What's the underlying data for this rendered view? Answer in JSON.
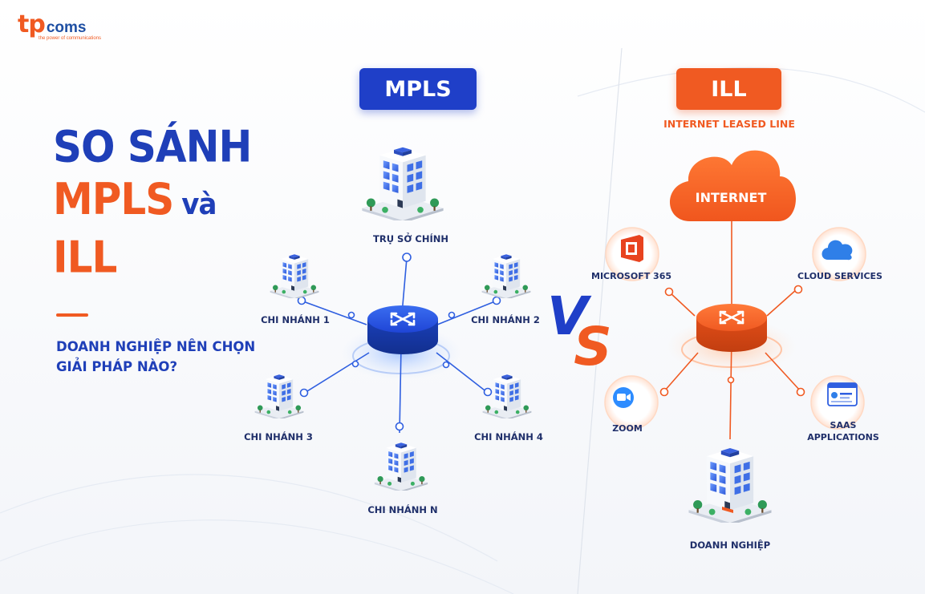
{
  "brand": {
    "logo_tp": "tp",
    "logo_coms": "coms",
    "tagline": "the power of communications",
    "orange": "#f05a22",
    "blue": "#1f3fc8"
  },
  "headline": {
    "line1": "SO SÁNH",
    "line2": "MPLS",
    "line2_suffix": "và",
    "line3": "ILL",
    "subtitle_line1": "DOANH NGHIỆP NÊN CHỌN",
    "subtitle_line2": "GIẢI PHÁP NÀO?"
  },
  "mpls": {
    "title": "MPLS",
    "hq": "TRỤ SỞ CHÍNH",
    "branches": [
      "CHI NHÁNH 1",
      "CHI NHÁNH 2",
      "CHI NHÁNH 3",
      "CHI NHÁNH 4",
      "CHI NHÁNH N"
    ],
    "router_icon": "router-icon",
    "building_icon": "building-icon"
  },
  "vs": {
    "v": "V",
    "s": "S"
  },
  "ill": {
    "title": "ILL",
    "subtitle": "INTERNET LEASED LINE",
    "cloud": "INTERNET",
    "services": {
      "microsoft": "MICROSOFT 365",
      "cloud": "CLOUD SERVICES",
      "zoom": "ZOOM",
      "saas_line1": "SAAS",
      "saas_line2": "APPLICATIONS"
    },
    "enterprise": "DOANH NGHIỆP",
    "icons": [
      "microsoft-office-icon",
      "cloud-icon",
      "zoom-camera-icon",
      "saas-app-icon",
      "router-icon",
      "building-icon"
    ]
  }
}
